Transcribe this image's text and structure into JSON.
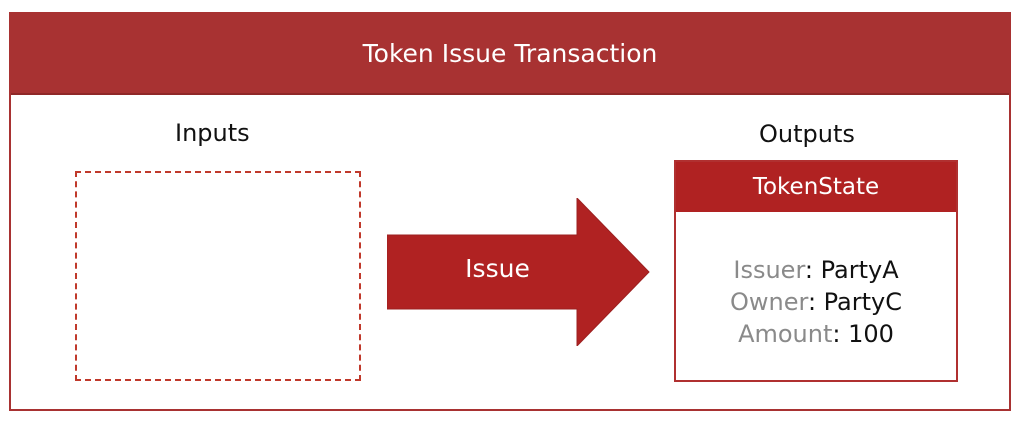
{
  "title": "Token Issue Transaction",
  "inputs": {
    "label": "Inputs"
  },
  "outputs": {
    "label": "Outputs"
  },
  "arrow": {
    "label": "Issue"
  },
  "state": {
    "name": "TokenState",
    "fields": [
      {
        "key": "Issuer",
        "value": "PartyA"
      },
      {
        "key": "Owner",
        "value": "PartyC"
      },
      {
        "key": "Amount",
        "value": "100"
      }
    ]
  },
  "colors": {
    "primary": "#a83232",
    "arrow": "#b02222",
    "label_gray": "#8a8a8a"
  }
}
